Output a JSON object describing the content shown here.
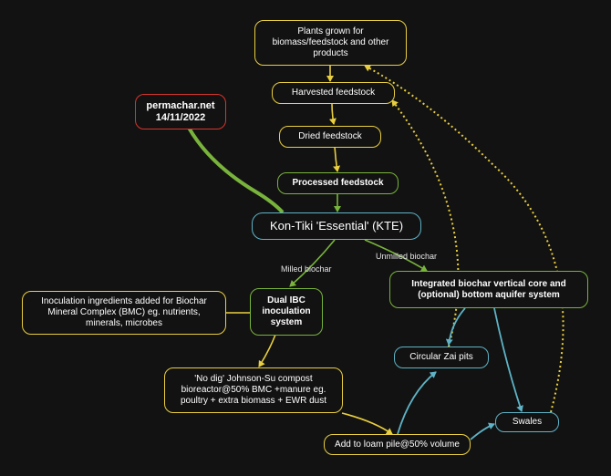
{
  "colors": {
    "background": "#121212",
    "yellow": "#e9cf3f",
    "green": "#78b33c",
    "blue": "#5eb3c6",
    "red": "#d6352e"
  },
  "nodes": {
    "plants": "Plants grown for biomass/feedstock and other products",
    "harvested": "Harvested feedstock",
    "dried": "Dried feedstock",
    "processed": "Processed feedstock",
    "permachar": "permachar.net\n14/11/2022",
    "kte": "Kon-Tiki 'Essential' (KTE)",
    "inoculation_ingredients": "Inoculation ingredients added for Biochar Mineral Complex (BMC) eg. nutrients, minerals, microbes",
    "dual_ibc": "Dual IBC inoculation system",
    "integrated": "Integrated biochar vertical core and (optional) bottom aquifer system",
    "circular_zai": "Circular Zai pits",
    "no_dig": "'No dig' Johnson-Su compost bioreactor@50% BMC +manure eg. poultry + extra biomass + EWR dust",
    "swales": "Swales",
    "loam": "Add to loam pile@50% volume"
  },
  "edge_labels": {
    "milled": "Milled biochar",
    "unmilled": "Unmilled biochar"
  }
}
